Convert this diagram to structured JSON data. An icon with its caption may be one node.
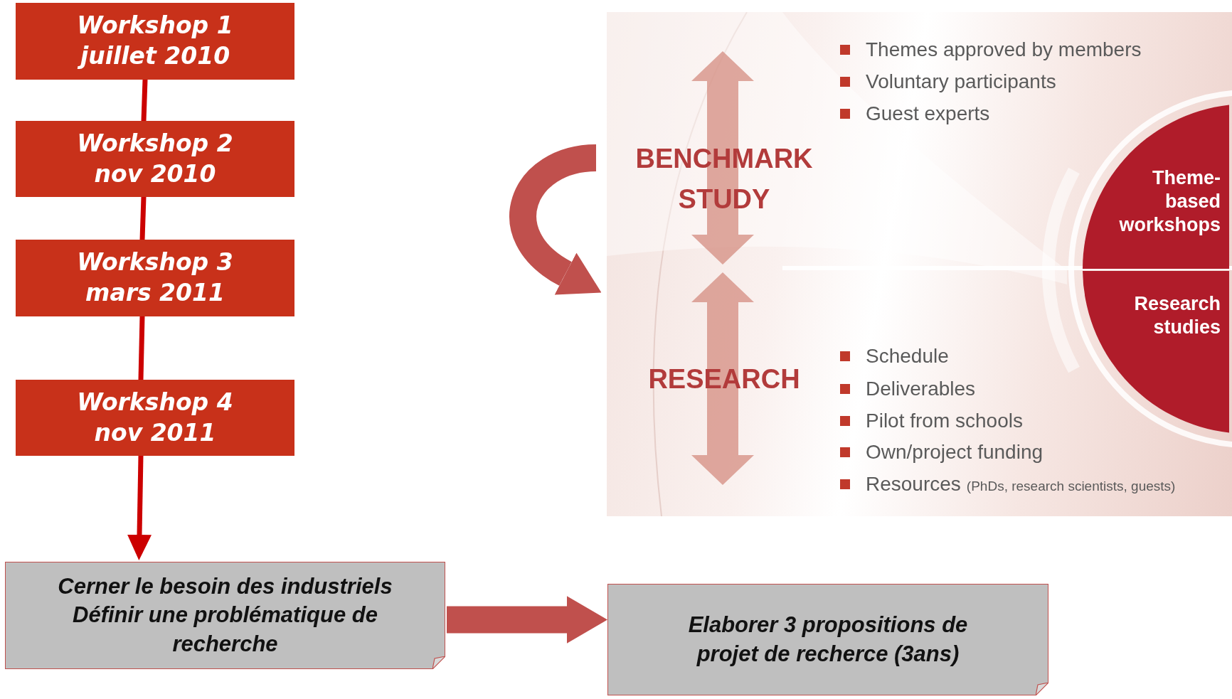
{
  "diagram": {
    "nodes": [
      {
        "text": [
          "Workshop 1 juillet 2010"
        ]
      },
      {
        "text": [
          "Workshop 2 nov 2010"
        ]
      },
      {
        "text": [
          "Workshop 3 mars 2011"
        ]
      },
      {
        "text": [
          "Workshop 4 nov 2011"
        ]
      },
      {
        "text": [
          "Cerner le besoin des industriels",
          "Définir une problématique de recherche"
        ]
      },
      {
        "text": [
          "Elaborer 3 propositions de projet de recherce (3ans)"
        ]
      },
      {
        "text": [],
        "shape": "picture"
      },
      {
        "text": [
          "BENCHMARK STUDY"
        ],
        "in": 6
      },
      {
        "text": [
          "RESEARCH"
        ],
        "in": 6
      },
      {
        "text": [
          "Theme- based workshops"
        ],
        "in": 6
      },
      {
        "text": [
          "Research studies"
        ],
        "in": 6
      }
    ],
    "edges": [
      {
        "from": 0,
        "to": 1,
        "arrow": "none"
      },
      {
        "from": 1,
        "to": 2,
        "arrow": "none"
      },
      {
        "from": 2,
        "to": 3,
        "arrow": "none"
      },
      {
        "from": 3,
        "to": 4,
        "arrow": "to"
      },
      {
        "from": 4,
        "to": 5,
        "arrow": "to",
        "style": "thick",
        "color": "#c0504d"
      },
      {
        "from": null,
        "to": 6,
        "arrow": "to",
        "style": "thick",
        "color": "#c0504d"
      }
    ],
    "labels": [
      "Themes approved by members",
      "Voluntary participants",
      "Guest experts",
      "Schedule",
      "Deliverables",
      "Pilot from schools",
      "Own/project funding",
      "Resources",
      "(PhDs, research scientists, guests)"
    ]
  }
}
